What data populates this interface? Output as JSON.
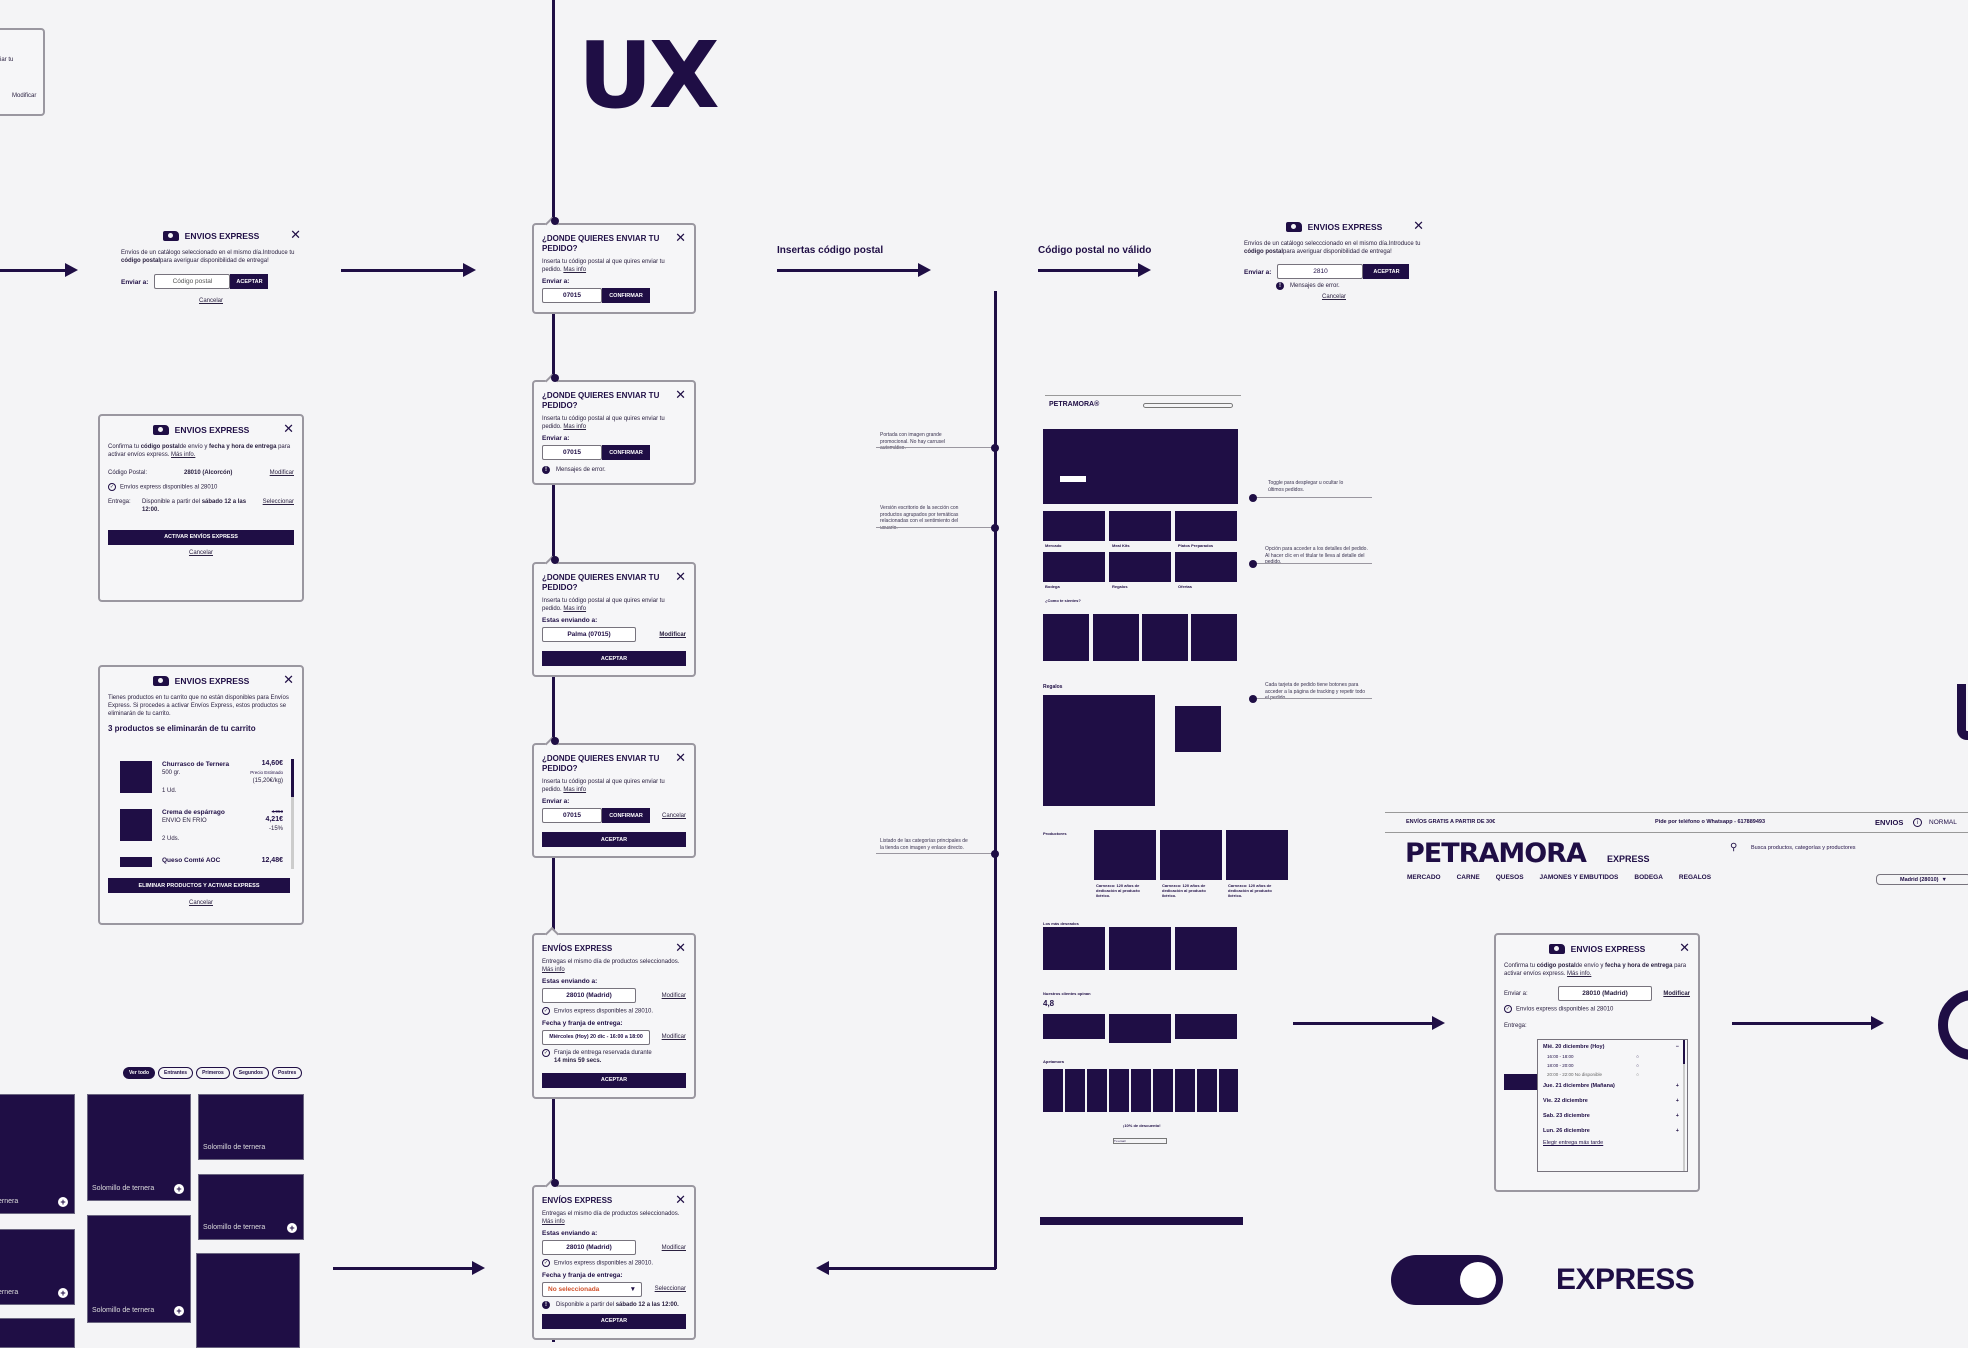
{
  "header": {
    "logo": "UX"
  },
  "flow_labels": {
    "insert_pc": "Insertas código postal",
    "invalid_pc": "Código postal no válido"
  },
  "fragment": {
    "text": "iar tu",
    "link": "Modificar"
  },
  "postal_modal": {
    "title": "ENVIOS EXPRESS",
    "desc1": "Envíos de un catálogo seleccionado en el mismo día.Introduce tu ",
    "desc_bold": "código postal",
    "desc2": "para averiguar disponibilidad de entrega!",
    "label": "Enviar a:",
    "placeholder": "Código postal",
    "button": "ACEPTAR",
    "cancel": "Cancelar"
  },
  "invalid_modal": {
    "title": "ENVIOS EXPRESS",
    "desc1": "Envíos de un catálogo selecccionado en el mismo día.Introduce tu ",
    "desc_bold": "código postal",
    "desc2": "para averiguar disponibilidad de entrega!",
    "label": "Enviar a:",
    "value": "2810",
    "button": "ACEPTAR",
    "error": "Mensajes de error.",
    "cancel": "Cancelar"
  },
  "confirm_modal": {
    "title": "ENVIOS EXPRESS",
    "desc1": "Confirma tu ",
    "b1": "código postal",
    "desc2": "de envío y ",
    "b2": "fecha y hora de entrega",
    "desc3": " para activar envíos express. ",
    "more": "Más info.",
    "pc_label": "Código Postal:",
    "pc_value": "28010 (Alcorcón)",
    "modify": "Modificar",
    "available": "Envíos express disponibles al 28010",
    "delivery_label": "Entrega:",
    "delivery_text": "Disponible a partir del ",
    "delivery_bold": "sábado 12 a las 12:00.",
    "select": "Seleccionar",
    "button": "ACTIVAR ENVÍOS EXPRESS",
    "cancel": "Cancelar"
  },
  "cart_modal": {
    "title": "ENVIOS EXPRESS",
    "desc": "Tienes productos en tu carrito que no están disponibles para Envíos Express. Si procedes a activar Envíos Express, estos productos se eliminarán de tu carrito.",
    "heading": "3 productos se eliminarán de tu carrito",
    "items": [
      {
        "name": "Churrasco de Ternera",
        "sub": "500 gr.",
        "qty": "1 Ud.",
        "price": "14,60€",
        "note": "Precio Estimado",
        "note2": "(15,20€/kg)"
      },
      {
        "name": "Crema de espárrago",
        "sub": "ENVIO EN FRIO",
        "qty": "2 Uds.",
        "old": "4,95€",
        "price": "4,21€",
        "note2": "-15%"
      },
      {
        "name": "Queso Comté AOC",
        "price": "12,48€"
      }
    ],
    "button": "ELIMINAR PRODUCTOS Y ACTIVAR EXPRESS",
    "cancel": "Cancelar"
  },
  "flow_cards": [
    {
      "title": "¿DONDE QUIERES ENVIAR TU PEDIDO?",
      "desc": "Inserta tu código postal al que quires enviar tu pedido. ",
      "more": "Mas info",
      "label": "Enviar a:",
      "value": "07015",
      "button": "CONFIRMAR"
    },
    {
      "title": "¿DONDE QUIERES ENVIAR TU PEDIDO?",
      "desc": "Inserta tu código postal al que quires enviar tu pedido. ",
      "more": "Mas info",
      "label": "Enviar a:",
      "value": "07015",
      "button": "CONFIRMAR",
      "error": "Mensajes de error."
    },
    {
      "title": "¿DONDE QUIERES ENVIAR TU PEDIDO?",
      "desc": "Inserta tu código postal al que quires enviar tu pedido. ",
      "more": "Mas info",
      "label": "Estas enviando a:",
      "value": "Palma (07015)",
      "modify": "Modificar",
      "button": "ACEPTAR"
    },
    {
      "title": "¿DONDE QUIERES ENVIAR TU PEDIDO?",
      "desc": "Inserta tu código postal al que quires enviar tu pedido. ",
      "more": "Mas info",
      "label": "Enviar a:",
      "value": "07015",
      "confirm": "CONFIRMAR",
      "cancel": "Cancelar",
      "button": "ACEPTAR"
    },
    {
      "title": "ENVÍOS EXPRESS",
      "desc": "Entregas el mismo día de productos seleccionados. ",
      "more": "Más info",
      "label": "Estas enviando a:",
      "value": "28010 (Madrid)",
      "modify": "Modificar",
      "available": "Envíos express disponibles al 28010.",
      "slot_label": "Fecha y franja de entrega:",
      "slot": "Miércoles (Hoy) 20 dic - 16:00 a 18:00",
      "slot_modify": "Modificar",
      "reserved": "Franja de entrega reservada durante ",
      "reserved_bold": "14 mins 59 secs.",
      "button": "ACEPTAR"
    },
    {
      "title": "ENVÍOS EXPRESS",
      "desc": "Entregas el mismo día de productos seleccionados. ",
      "more": "Más info",
      "label": "Estas enviando a:",
      "value": "28010 (Madrid)",
      "modify": "Modificar",
      "available": "Envíos express disponibles al 28010.",
      "slot_label": "Fecha y franja de entrega:",
      "slot": "No seleccionada",
      "slot_select": "Seleccionar",
      "info": "Disponible a partir del ",
      "info_bold": "sábado 12 a las 12:00.",
      "button": "ACEPTAR"
    }
  ],
  "annotations_left": [
    "Portada con imagen grande promocional. No hay carrusel automático.",
    "Versión escritorio de la sección con productos agrupados por temáticas relacionadas con el sentimiento del usuario.",
    "Listado de las categorías principales de la tienda con imagen y enlace directo."
  ],
  "annotations_right": [
    "Toggle para desplegar u ocultar lo últimos pedidos.",
    "Opción para acceder a los detalles del pedido. Al hacer clic en el titular te lleva al detalle del pedido.",
    "Cada tarjeta de pedido tiene botones para acceder a la página de tracking y repetir todo el pedido."
  ],
  "wireframe": {
    "logo": "PETRAMORA®",
    "categories": [
      "Mercado",
      "Meal Kits",
      "Platos Preparados",
      "Bodega",
      "Regalos",
      "Ofertas"
    ],
    "mood": "¿Como te sientes?",
    "gifts": "Regalos",
    "producers": "Productores",
    "producer_cards": [
      "Carnezco: 120 años de dedicación al producto ibérico.",
      "Carnezco: 120 años de dedicación al producto ibérico.",
      "Carnezco: 120 años de dedicación al producto ibérico."
    ],
    "wished": "Los más deseados",
    "reviews": "Nuestros clientes opinan",
    "rating": "4,8",
    "social": "Apetamora",
    "discount": "¡10% de descuento!",
    "email": "Tu email"
  },
  "filters": [
    "Ver todo",
    "Entrantes",
    "Primeros",
    "Segundos",
    "Postres"
  ],
  "tile_label": "Solomillo de ternera",
  "site_header": {
    "promo": "ENVÍOS GRATIS A PARTIR DE 30€",
    "phone": "Pide por teléfono o Whatsapp - 617889493",
    "shipping": "ENVIOS",
    "mode": "NORMAL",
    "logo": "PETRAMORA",
    "logo_sub": "EXPRESS",
    "search": "Busca productos, categorías y productores",
    "nav": [
      "MERCADO",
      "CARNE",
      "QUESOS",
      "JAMONES Y EMBUTIDOS",
      "BODEGA",
      "REGALOS"
    ],
    "location": "Madrid (28010)"
  },
  "delivery_modal": {
    "title": "ENVIOS EXPRESS",
    "desc1": "Confirma tu ",
    "b1": "código postal",
    "desc2": "de envío y ",
    "b2": "fecha y hora de entrega",
    "desc3": " para activar envíos express. ",
    "more": "Más info.",
    "label": "Enviar a:",
    "value": "28010 (Madrid)",
    "modify": "Modificar",
    "available": "Envíos express disponibles al 28010",
    "delivery_label": "Entrega:",
    "days": [
      {
        "day": "Mié. 20 diciembre (Hoy)",
        "sign": "−",
        "slots": [
          "16:00 - 18:00",
          "18:00 - 20:00",
          "20:00 - 22:00  No disponible"
        ]
      },
      {
        "day": "Jue. 21 diciembre (Mañana)",
        "sign": "+"
      },
      {
        "day": "Vie. 22 diciembre",
        "sign": "+"
      },
      {
        "day": "Sab. 23 diciembre",
        "sign": "+"
      },
      {
        "day": "Lun. 26 diciembre",
        "sign": "+"
      }
    ],
    "later": "Elegir entrega más tarde"
  },
  "toggle": {
    "label": "EXPRESS",
    "on": true
  },
  "colors": {
    "brand": "#1f0e45",
    "background": "#f4f4f6",
    "warning": "#d0502a"
  }
}
